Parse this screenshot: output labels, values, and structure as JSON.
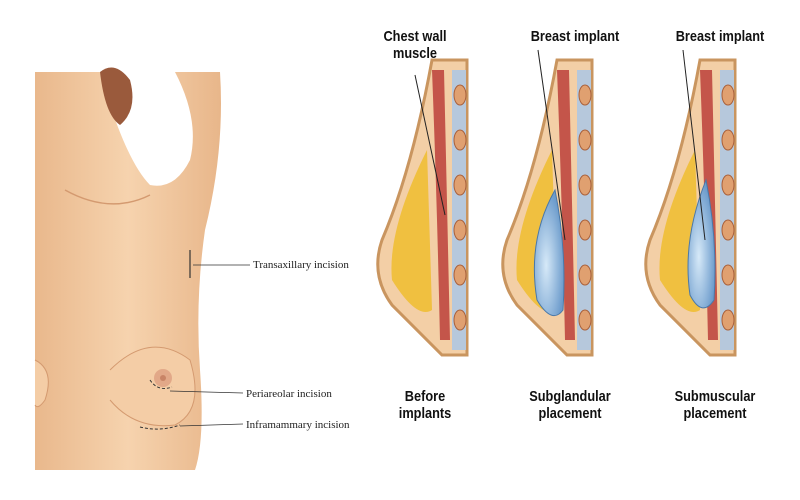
{
  "left_panel": {
    "incisions": [
      {
        "label": "Transaxillary incision"
      },
      {
        "label": "Periareolar incision"
      },
      {
        "label": "Inframammary incision"
      }
    ]
  },
  "right_panel": {
    "top_labels": [
      "Chest wall muscle",
      "Breast implant",
      "Breast implant"
    ],
    "sections": [
      {
        "caption_line1": "Before",
        "caption_line2": "implants"
      },
      {
        "caption_line1": "Subglandular",
        "caption_line2": "placement"
      },
      {
        "caption_line1": "Submuscular",
        "caption_line2": "placement"
      }
    ]
  },
  "colors": {
    "skin": "#f2c9a0",
    "muscle": "#c4554a",
    "implant": "#8fb8de",
    "fat": "#f0c040"
  }
}
